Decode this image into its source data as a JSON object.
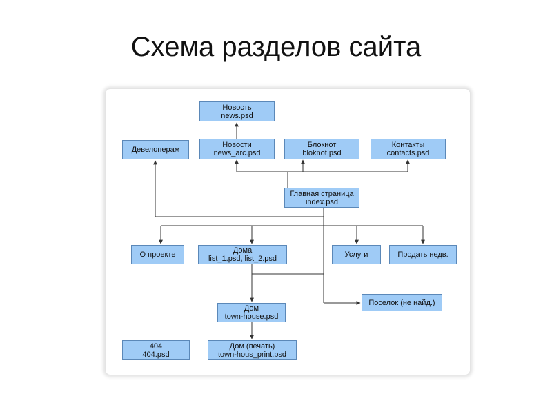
{
  "slide": {
    "title": "Схема разделов сайта"
  },
  "colors": {
    "node_fill": "#9fcbf6",
    "node_border": "#5b88b8",
    "connector": "#333333"
  },
  "nodes": {
    "news": {
      "line1": "Новость",
      "line2": "news.psd"
    },
    "developers": {
      "line1": "Девелоперам"
    },
    "news_archive": {
      "line1": "Новости",
      "line2": "news_arc.psd"
    },
    "notebook": {
      "line1": "Блокнот",
      "line2": "bloknot.psd"
    },
    "contacts": {
      "line1": "Контакты",
      "line2": "contacts.psd"
    },
    "home": {
      "line1": "Главная страница",
      "line2": "index.psd"
    },
    "about": {
      "line1": "О проекте"
    },
    "houses": {
      "line1": "Дома",
      "line2": "list_1.psd, list_2.psd"
    },
    "services": {
      "line1": "Услуги"
    },
    "sell": {
      "line1": "Продать недв."
    },
    "village": {
      "line1": "Поселок (не найд.)"
    },
    "house": {
      "line1": "Дом",
      "line2": "town-house.psd"
    },
    "not_found": {
      "line1": "404",
      "line2": "404.psd"
    },
    "house_print": {
      "line1": "Дом (печать)",
      "line2": "town-hous_print.psd"
    }
  }
}
